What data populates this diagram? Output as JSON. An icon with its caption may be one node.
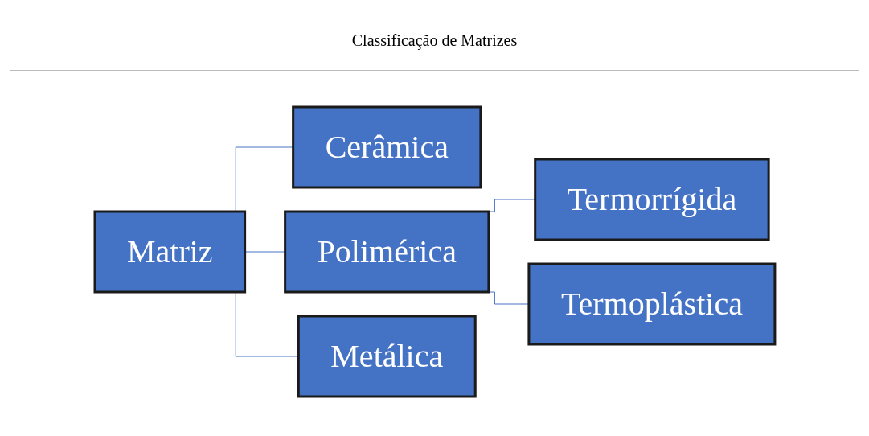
{
  "diagram": {
    "title": "Classificação de Matrizes",
    "nodes": [
      {
        "text": [
          "Matriz"
        ]
      },
      {
        "text": [
          "Cerâmica"
        ]
      },
      {
        "text": [
          "Polimérica"
        ]
      },
      {
        "text": [
          "Metálica"
        ]
      },
      {
        "text": [
          "Termorrígida"
        ]
      },
      {
        "text": [
          "Termoplástica"
        ]
      }
    ],
    "edges": [
      {
        "from": 0,
        "to": 1,
        "arrow": "none"
      },
      {
        "from": 0,
        "to": 2,
        "arrow": "none"
      },
      {
        "from": 0,
        "to": 3,
        "arrow": "none"
      },
      {
        "from": 2,
        "to": 4,
        "arrow": "none"
      },
      {
        "from": 2,
        "to": 5,
        "arrow": "none"
      }
    ]
  }
}
